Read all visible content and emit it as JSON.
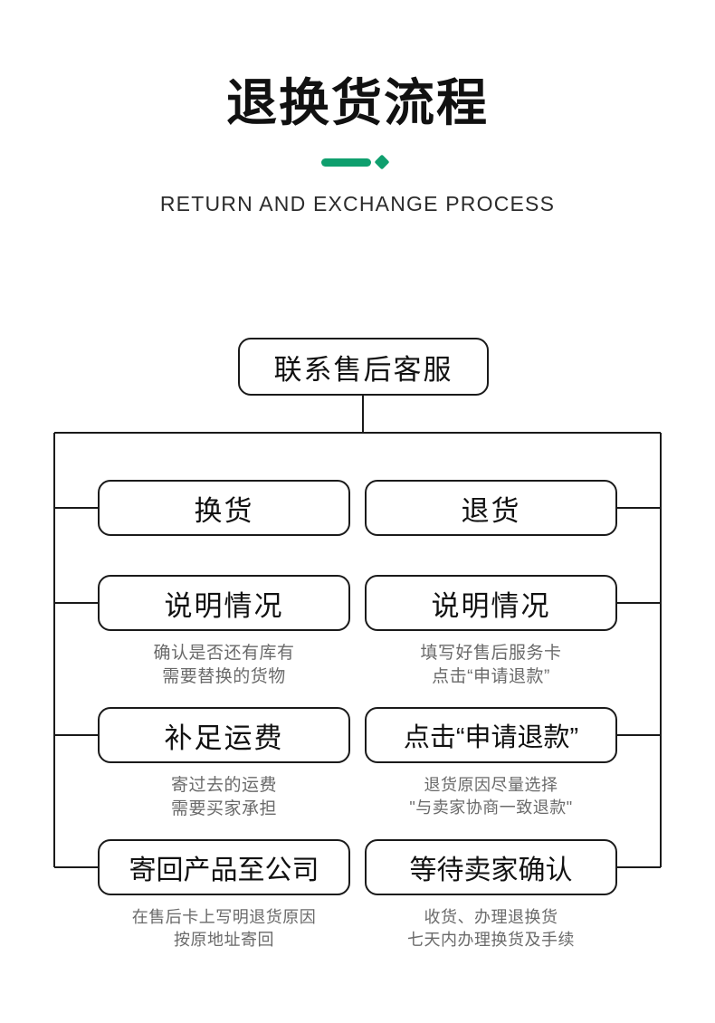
{
  "header": {
    "title": "退换货流程",
    "subtitle": "RETURN AND EXCHANGE PROCESS",
    "divider_color": "#0f9f6e"
  },
  "flow": {
    "root": {
      "label": "联系售后客服"
    },
    "branches": [
      {
        "name": "exchange",
        "steps": [
          {
            "label": "换货",
            "caption": []
          },
          {
            "label": "说明情况",
            "caption": [
              "确认是否还有库有",
              "需要替换的货物"
            ]
          },
          {
            "label": "补足运费",
            "caption": [
              "寄过去的运费",
              "需要买家承担"
            ]
          },
          {
            "label": "寄回产品至公司",
            "caption": [
              "在售后卡上写明退货原因",
              "按原地址寄回"
            ]
          }
        ]
      },
      {
        "name": "return",
        "steps": [
          {
            "label": "退货",
            "caption": []
          },
          {
            "label": "说明情况",
            "caption": [
              "填写好售后服务卡",
              "点击“申请退款”"
            ]
          },
          {
            "label": "点击“申请退款”",
            "caption": [
              "退货原因尽量选择",
              "\"与卖家协商一致退款\""
            ]
          },
          {
            "label": "等待卖家确认",
            "caption": [
              "收货、办理退换货",
              "七天内办理换货及手续"
            ]
          }
        ]
      }
    ]
  },
  "colors": {
    "accent": "#0f9f6e",
    "line": "#1a1a1a",
    "text": "#111111",
    "caption_text": "#6a6a6a",
    "background": "#ffffff"
  }
}
